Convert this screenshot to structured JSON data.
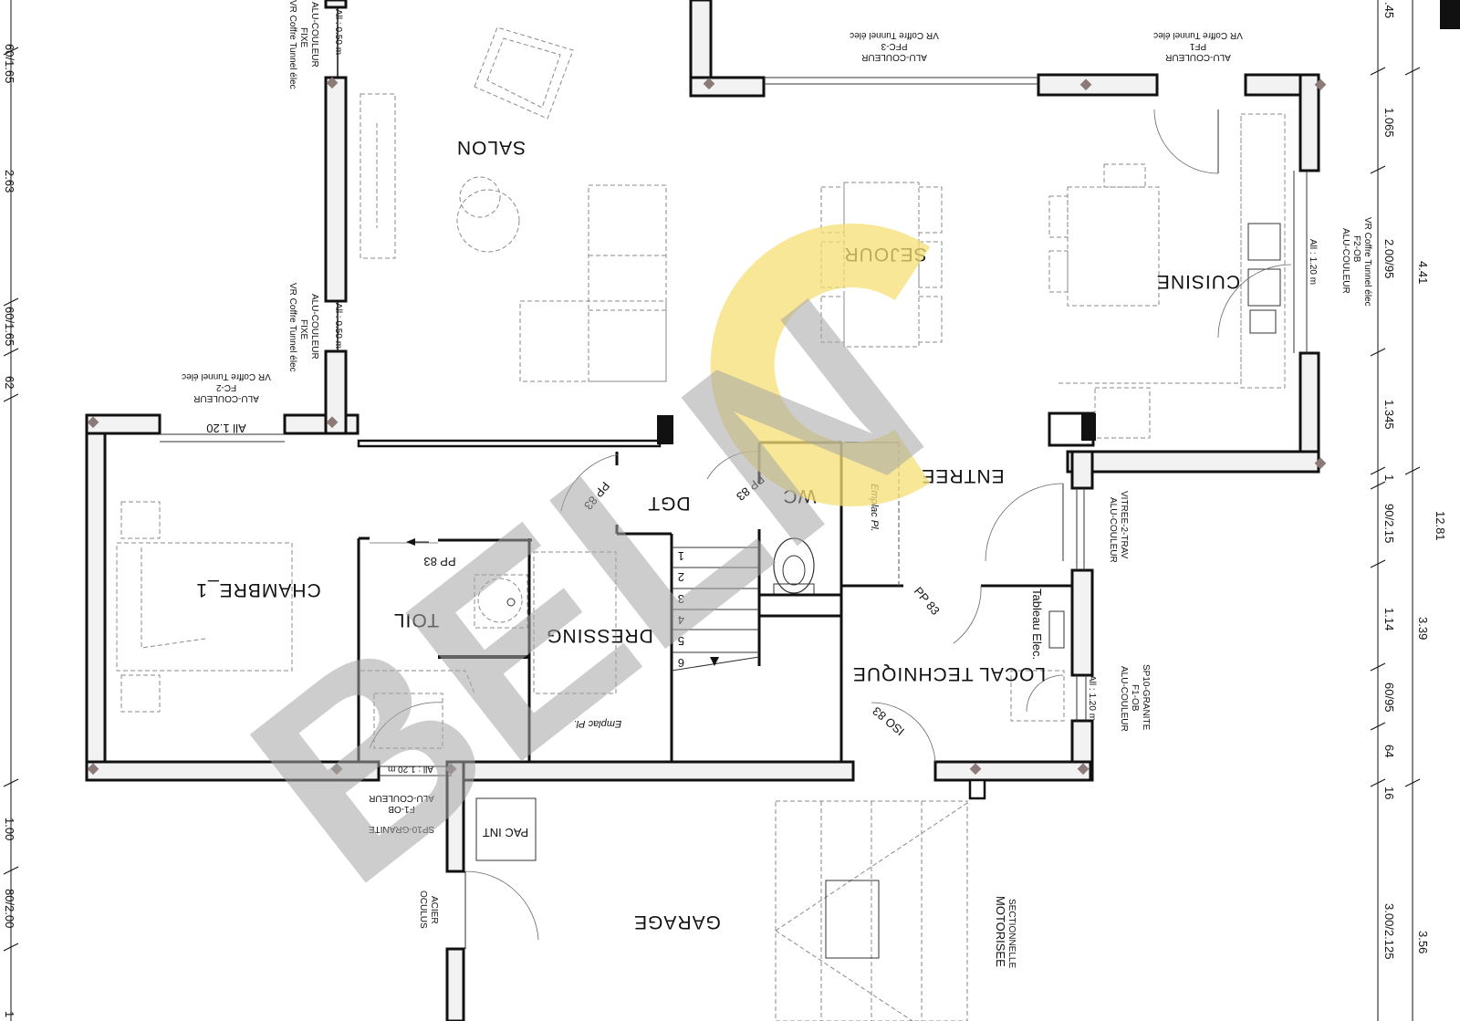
{
  "rooms": {
    "salon": "SALON",
    "sejour": "SEJOUR",
    "cuisine": "CUISINE",
    "entree": "ENTREE",
    "dgt": "DGT",
    "wc": "WC",
    "chambre": "CHAMBRE_1",
    "toil": "TOIL",
    "dressing": "DRESSING",
    "local_technique": "LOCAL TECHNIQUE",
    "garage": "GARAGE",
    "pac": "PAC INT"
  },
  "doors": {
    "pp83_dgt": "PP 83",
    "pp83_wc": "PP 83",
    "pp83_toil": "PP 83",
    "pp83_local": "PP 83",
    "iso83": "ISO 83"
  },
  "windows": {
    "pfc3": [
      "VR Coffre Tunnel élec",
      "PFC-3",
      "ALU-COULEUR"
    ],
    "pf1": [
      "VR Coffre Tunnel élec",
      "PF1",
      "ALU-COULEUR"
    ],
    "salon_top": [
      "ALU-COULEUR",
      "FIXE",
      "VR Coffre Tunnel élec"
    ],
    "salon_mid": [
      "ALU-COULEUR",
      "FIXE",
      "VR Coffre Tunnel élec"
    ],
    "fc2": [
      "VR Coffre Tunnel élec",
      "FC-2",
      "ALU-COULEUR"
    ],
    "f2ob": [
      "VR Coffre Tunnel élec",
      "F2-OB",
      "ALU-COULEUR"
    ],
    "vitree": [
      "VITREE-2-TRAV",
      "ALU-COULEUR"
    ],
    "f1ob_right": [
      "SP10-GRANITE",
      "F1-OB",
      "ALU-COULEUR"
    ],
    "f1ob_left": [
      "ALU-COULEUR",
      "F1-OB",
      "SP10-GRANITE"
    ],
    "acier": [
      "ACIER",
      "OCULUS"
    ],
    "sectionnelle": [
      "SECTIONNELLE",
      "MOTORISEE"
    ]
  },
  "allege": {
    "salon_top": "All : 0.50 m",
    "salon_mid": "All : 0.50 m",
    "fc2": "All 1.20",
    "cuisine": "All : 1.20 m",
    "local": "All : 1.20 m",
    "toil": "All : 1.20 m"
  },
  "labels": {
    "emplac_entree": "Emplac Pl.",
    "emplac_dressing": "Emplac Pl.",
    "tableau": "Tableau Elec."
  },
  "stairs": [
    "1",
    "2",
    "3",
    "4",
    "5",
    "6"
  ],
  "dims_left": [
    "60/1.65",
    "2.63",
    "60/1.65",
    "62",
    "1.00",
    "80/2.00",
    "1"
  ],
  "dims_right": [
    ".45",
    "1.065",
    "2.00/95",
    "1.345",
    "1",
    "90/2.15",
    "1.14",
    "60/95",
    "64",
    "16",
    "3.00/2.125"
  ],
  "dims_right_totals": [
    "4.41",
    "3.39",
    "3.56"
  ],
  "dim_overall": "12.81",
  "watermark": "BELN",
  "colors": {
    "watermark_grey": "#a6a6a6",
    "watermark_yellow": "#f5df74",
    "wall_fill": "#f2f2f2",
    "corner_marker": "#8b7a78"
  }
}
